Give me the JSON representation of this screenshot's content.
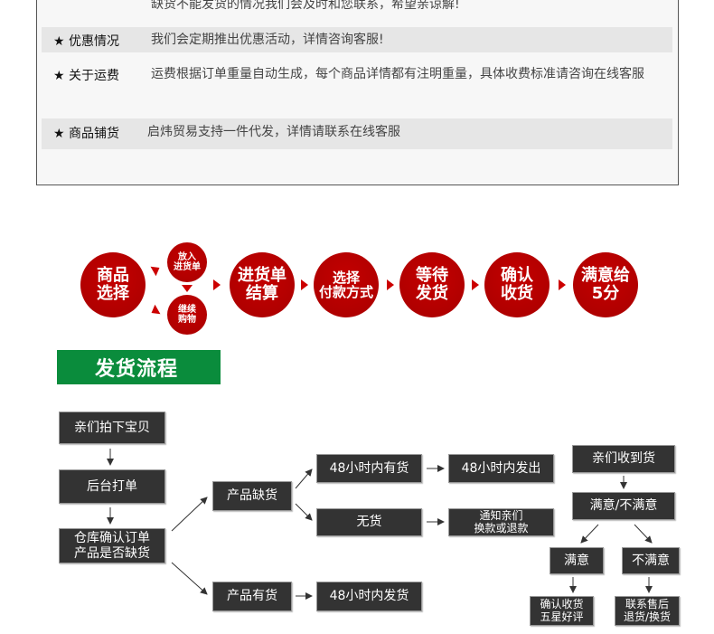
{
  "info": {
    "top_line": "缺货不能发货的情况我们会及时和您联系，希望亲谅解!",
    "rows": [
      {
        "label": "★ 优惠情况",
        "text": "我们会定期推出优惠活动，详情咨询客服!"
      },
      {
        "label": "★ 关于运费",
        "text": "运费根据订单重量自动生成，每个商品详情都有注明重量，具体收费标准请咨询在线客服"
      },
      {
        "label": "★ 商品铺货",
        "text": "启炜贸易支持一件代发，详情请联系在线客服"
      }
    ]
  },
  "steps": {
    "select": "商品\n选择",
    "add_cart": "放入\n进货单",
    "continue": "继续\n购物",
    "checkout": "进货单\n结算",
    "pay": "选择\n付款方式",
    "wait": "等待\n发货",
    "confirm": "确认\n收货",
    "rate": "满意给\n5分"
  },
  "colors": {
    "step_red": "#b80000",
    "banner_green": "#0a8c3c",
    "box_dark": "#333333"
  },
  "banner": "发货流程",
  "flow": {
    "order": "亲们拍下宝贝",
    "print": "后台打单",
    "check": "仓库确认订单\n产品是否缺货",
    "out_of_stock": "产品缺货",
    "in_stock": "产品有货",
    "restock_48": "48小时内有货",
    "ship_48_out": "48小时内发出",
    "none": "无货",
    "notify": "通知亲们\n换款或退款",
    "ship_48": "48小时内发货",
    "received": "亲们收到货",
    "sat_or_not": "满意/不满意",
    "sat": "满意",
    "unsat": "不满意",
    "sat_action": "确认收货\n五星好评",
    "unsat_action": "联系售后\n退货/换货"
  }
}
